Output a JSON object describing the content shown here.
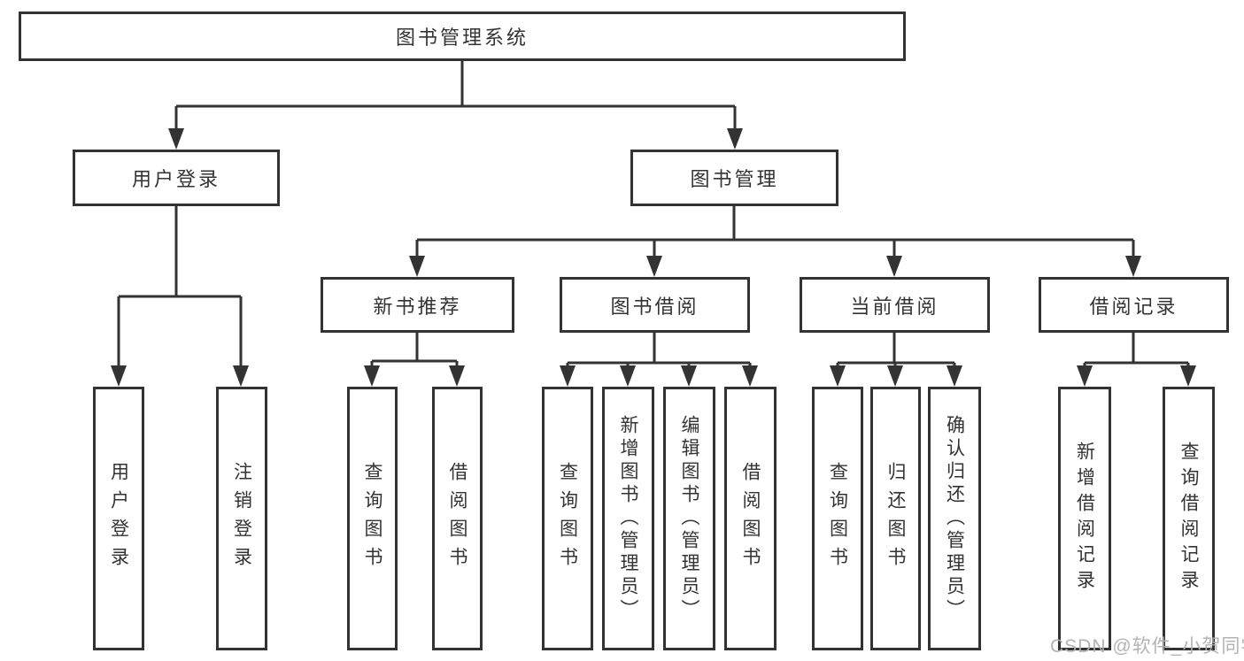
{
  "diagram": {
    "root": {
      "label": "图书管理系统"
    },
    "level2": [
      {
        "label": "用户登录"
      },
      {
        "label": "图书管理"
      }
    ],
    "level3": [
      {
        "label": "新书推荐"
      },
      {
        "label": "图书借阅"
      },
      {
        "label": "当前借阅"
      },
      {
        "label": "借阅记录"
      }
    ],
    "leaves": [
      {
        "label": "用户登录"
      },
      {
        "label": "注销登录"
      },
      {
        "label": "查询图书"
      },
      {
        "label": "借阅图书"
      },
      {
        "label": "查询图书"
      },
      {
        "label": "新增图书（管理员）"
      },
      {
        "label": "编辑图书（管理员）"
      },
      {
        "label": "借阅图书"
      },
      {
        "label": "查询图书"
      },
      {
        "label": "归还图书"
      },
      {
        "label": "确认归还（管理员）"
      },
      {
        "label": "新增借阅记录"
      },
      {
        "label": "查询借阅记录"
      }
    ],
    "line_color": "#333333"
  },
  "watermark": {
    "text": "CSDN @软件_小贺同学"
  }
}
